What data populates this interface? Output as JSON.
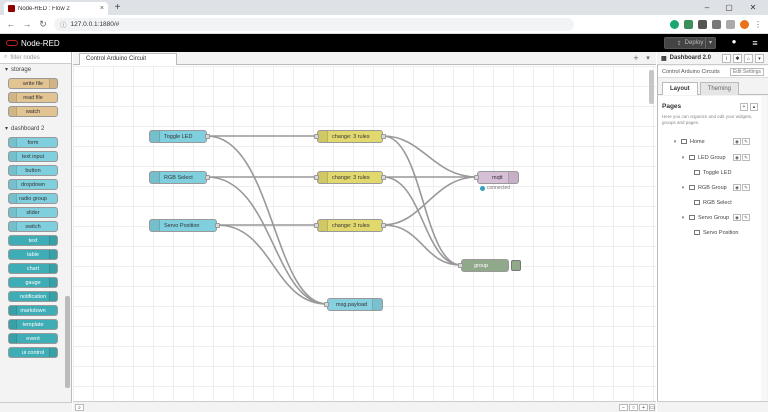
{
  "browser": {
    "tab_title": "Node-RED : Flow 2",
    "tab_close": "×",
    "new_tab": "+",
    "url": "127.0.0.1:1880/#",
    "win_min": "–",
    "win_max": "▢",
    "win_close": "✕"
  },
  "header": {
    "app_name": "Node-RED",
    "deploy_label": "Deploy"
  },
  "palette": {
    "filter_placeholder": "filter nodes",
    "storage_category": "storage",
    "storage_nodes": [
      "write file",
      "read file",
      "watch"
    ],
    "dashboard_category": "dashboard 2",
    "dashboard_nodes": [
      "form",
      "text input",
      "button",
      "dropdown",
      "radio group",
      "slider",
      "switch",
      "text",
      "table",
      "chart",
      "gauge",
      "notification",
      "markdown",
      "template",
      "event",
      "ui control"
    ]
  },
  "workspace": {
    "flow_tab": "Control Arduino Circuit",
    "nodes": {
      "toggle_led": "Toggle LED",
      "rgb_select": "RGB Select",
      "servo_position": "Servo Position",
      "change1": "change: 3 rules",
      "change2": "change: 3 rules",
      "change3": "change: 3 rules",
      "mqtt": "mqtt",
      "mqtt_status": "connected",
      "group": "group",
      "debug": "msg.payload"
    }
  },
  "sidebar": {
    "title": "Dashboard 2.0",
    "subtitle": "Control Arduino Circuits",
    "site_button": "Edit Settings",
    "tab_layout": "Layout",
    "tab_theming": "Theming",
    "pages_heading": "Pages",
    "pages_hint": "Here you can organize and edit your widgets, groups and pages.",
    "tree": {
      "home": "Home",
      "led_group": "LED Group",
      "toggle_led": "Toggle LED",
      "rgb_group": "RGB Group",
      "rgb_select": "RGB Select",
      "servo_group": "Servo Group",
      "servo_position": "Servo Position"
    }
  },
  "colors": {
    "dashboard_node": "#7fcfde",
    "change_node": "#e2d96e",
    "mqtt_node": "#d8bfd8",
    "storage_node": "#e2c392",
    "wire": "#999999"
  }
}
